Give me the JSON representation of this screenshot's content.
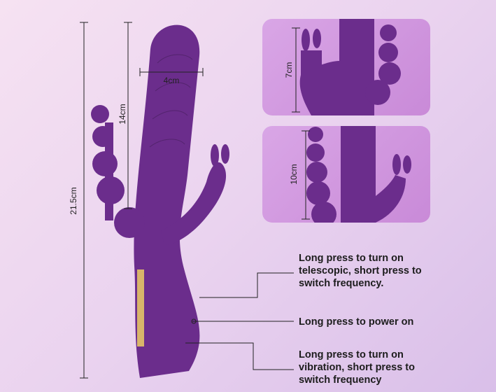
{
  "dimensions": {
    "total_length": "21.5cm",
    "insertable_length": "14cm",
    "width": "4cm",
    "rabbit_extension": "7cm",
    "beads_extension": "10cm"
  },
  "callouts": {
    "top": "Long press to turn on telescopic, short press to switch frequency.",
    "middle": "Long press to power on",
    "bottom": "Long press to turn on vibration, short press to switch frequency"
  },
  "colors": {
    "product": "#6b2d8c",
    "panel": "#d39ce2",
    "background": "#ead3ef"
  }
}
